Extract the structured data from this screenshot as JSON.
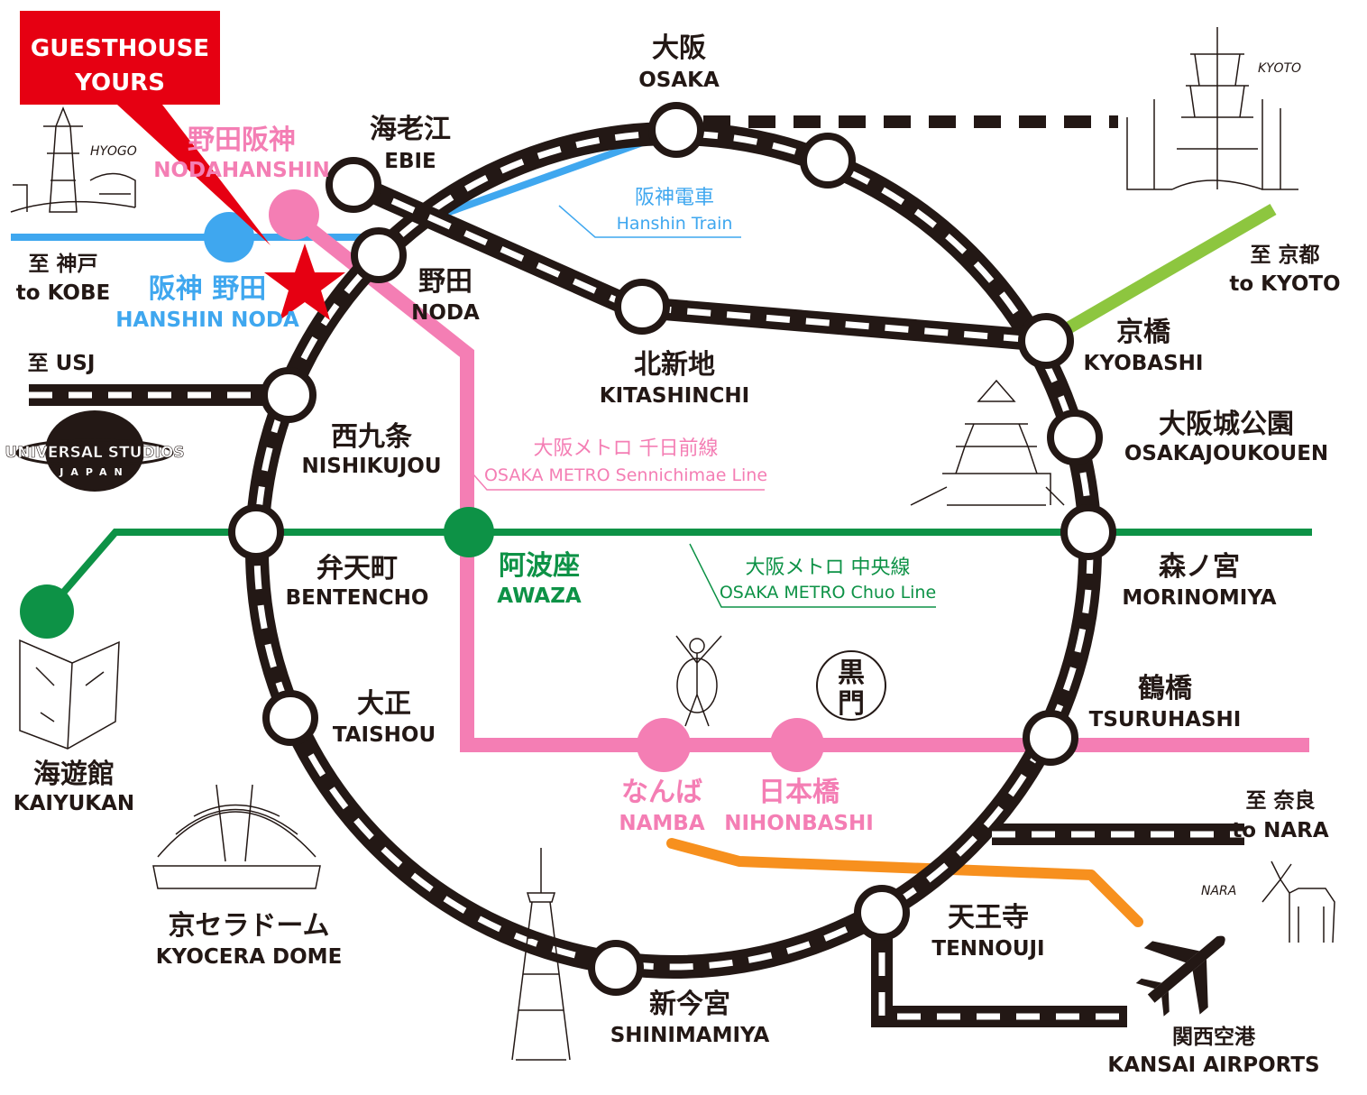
{
  "colors": {
    "loop": "#231815",
    "hanshin": "#3fa7ef",
    "sennichimae": "#f47eb4",
    "chuo": "#0d9246",
    "keihan": "#8dc63f",
    "nankai": "#f7901e",
    "callout": "#e60012"
  },
  "callout": {
    "line1": "GUESTHOUSE",
    "line2": "YOURS"
  },
  "lines": {
    "hanshin": {
      "ja": "阪神電車",
      "en": "Hanshin Train"
    },
    "sennichimae": {
      "ja": "大阪メトロ 千日前線",
      "en": "OSAKA METRO Sennichimae Line"
    },
    "chuo": {
      "ja": "大阪メトロ 中央線",
      "en": "OSAKA METRO Chuo Line"
    }
  },
  "stations": {
    "osaka": {
      "ja": "大阪",
      "en": "OSAKA"
    },
    "ebie": {
      "ja": "海老江",
      "en": "EBIE"
    },
    "nodahanshin": {
      "ja": "野田阪神",
      "en": "NODAHANSHIN"
    },
    "hanshin_noda": {
      "ja": "阪神 野田",
      "en": "HANSHIN NODA"
    },
    "noda": {
      "ja": "野田",
      "en": "NODA"
    },
    "kitashinchi": {
      "ja": "北新地",
      "en": "KITASHINCHI"
    },
    "kyobashi": {
      "ja": "京橋",
      "en": "KYOBASHI"
    },
    "osakajoukouen": {
      "ja": "大阪城公園",
      "en": "OSAKAJOUKOUEN"
    },
    "morinomiya": {
      "ja": "森ノ宮",
      "en": "MORINOMIYA"
    },
    "tsuruhashi": {
      "ja": "鶴橋",
      "en": "TSURUHASHI"
    },
    "tennouji": {
      "ja": "天王寺",
      "en": "TENNOUJI"
    },
    "shinimamiya": {
      "ja": "新今宮",
      "en": "SHINIMAMIYA"
    },
    "taishou": {
      "ja": "大正",
      "en": "TAISHOU"
    },
    "bentencho": {
      "ja": "弁天町",
      "en": "BENTENCHO"
    },
    "nishikujou": {
      "ja": "西九条",
      "en": "NISHIKUJOU"
    },
    "awaza": {
      "ja": "阿波座",
      "en": "AWAZA"
    },
    "namba": {
      "ja": "なんば",
      "en": "NAMBA"
    },
    "nihonbashi": {
      "ja": "日本橋",
      "en": "NIHONBASHI"
    }
  },
  "destinations": {
    "kobe": {
      "ja": "至 神戸",
      "en": "to KOBE"
    },
    "kyoto": {
      "ja": "至 京都",
      "en": "to KYOTO"
    },
    "usj": {
      "ja": "至 USJ"
    },
    "nara": {
      "ja": "至 奈良",
      "en": "to NARA"
    },
    "kaiyukan": {
      "ja": "海遊館",
      "en": "KAIYUKAN"
    },
    "kyocera": {
      "ja": "京セラドーム",
      "en": "KYOCERA DOME"
    },
    "kansai": {
      "ja": "関西空港",
      "en": "KANSAI AIRPORTS"
    }
  },
  "illustrations": {
    "hyogo": "HYOGO",
    "kyoto": "KYOTO",
    "nara": "NARA",
    "usj_line1": "UNIVERSAL STUDIOS",
    "usj_line2": "JAPAN",
    "kuromon_top": "黒",
    "kuromon_bottom": "門"
  },
  "icons": [
    "star-icon",
    "airplane-icon"
  ]
}
